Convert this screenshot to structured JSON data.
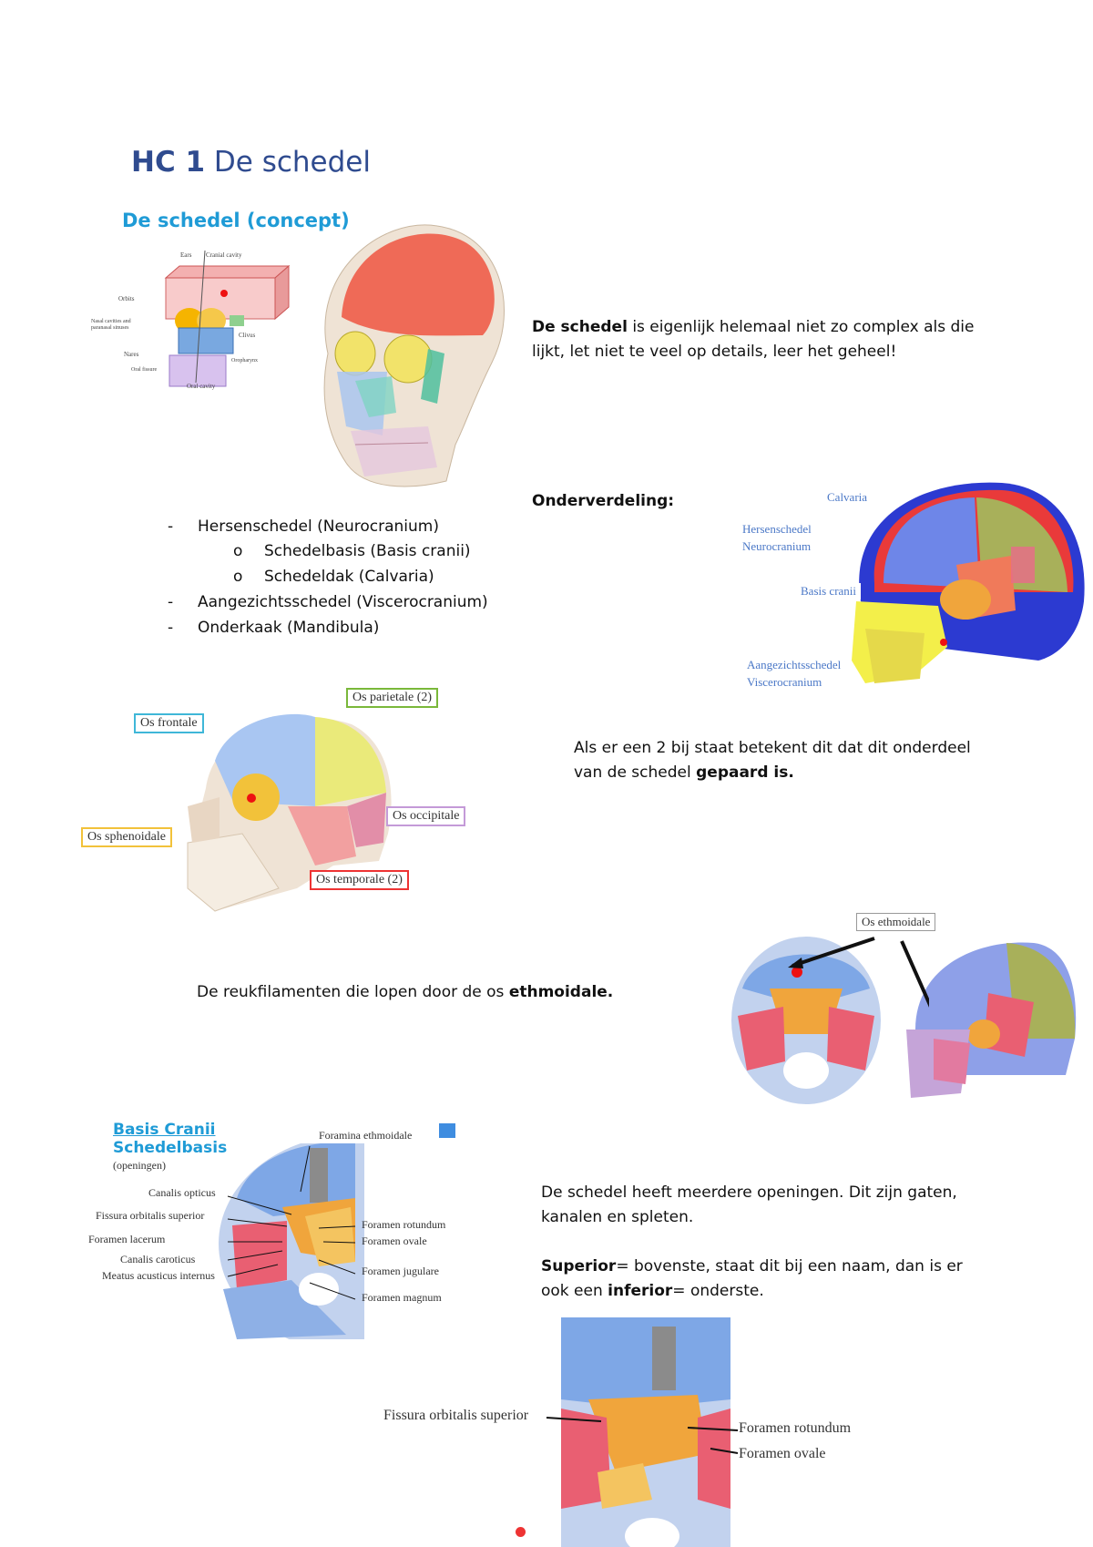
{
  "title": {
    "prefix": "HC 1",
    "rest": "De schedel"
  },
  "subtitle": "De schedel (concept)",
  "concept_text": {
    "bold": "De schedel",
    "rest": " is eigenlijk helemaal niet zo complex als die lijkt, let niet te veel op details, leer het geheel!"
  },
  "onderverdeling": "Onderverdeling:",
  "outline": [
    {
      "level": 1,
      "marker": "-",
      "text": "Hersenschedel (Neurocranium)"
    },
    {
      "level": 2,
      "marker": "o",
      "text": "Schedelbasis (Basis cranii)"
    },
    {
      "level": 2,
      "marker": "o",
      "text": "Schedeldak (Calvaria)"
    },
    {
      "level": 1,
      "marker": "-",
      "text": "Aangezichtsschedel (Viscerocranium)"
    },
    {
      "level": 1,
      "marker": "-",
      "text": "Onderkaak (Mandibula)"
    }
  ],
  "fig_concept_labels": [
    "Ears",
    "Cranial cavity",
    "Orbits",
    "Nasal cavities and paranasal sinuses",
    "Nares",
    "Oral fissure",
    "Oral cavity",
    "Clivus",
    "Oropharynx"
  ],
  "fig_division_labels": [
    "Calvaria",
    "Hersenschedel",
    "Neurocranium",
    "Basis cranii",
    "Aangezichtsschedel",
    "Viscerocranium"
  ],
  "fig_lateral_labels": {
    "frontale": "Os frontale",
    "parietale": "Os parietale (2)",
    "sphenoidale": "Os sphenoidale",
    "occipitale": "Os occipitale",
    "temporale": "Os temporale (2)"
  },
  "gepaard_text": {
    "pre": "Als er een 2 bij staat betekent dit dat dit onderdeel van de schedel ",
    "bold": "gepaard is."
  },
  "ethmoid_text": {
    "pre": "De reukfilamenten die lopen door de os ",
    "bold": "ethmoidale."
  },
  "fig_ethmoid_label": "Os ethmoidale",
  "basis": {
    "title1": "Basis Cranii",
    "title2": "Schedelbasis",
    "sub": "(openingen)"
  },
  "fig_basis_labels_left": [
    "Canalis opticus",
    "Fissura orbitalis superior",
    "Foramen lacerum",
    "Canalis caroticus",
    "Meatus acusticus internus"
  ],
  "fig_basis_labels_right": [
    "Foramen rotundum",
    "Foramen ovale",
    "Foramen jugulare",
    "Foramen magnum"
  ],
  "fig_basis_label_top": "Foramina ethmoidale",
  "openingen_text": "De schedel heeft meerdere openingen. Dit zijn gaten, kanalen en spleten.",
  "superior_text": {
    "b1": "Superior",
    "t1": "= bovenste, staat dit bij een naam, dan is er ook een ",
    "b2": "inferior",
    "t2": "= onderste."
  },
  "fig_bottom_labels": {
    "left": "Fissura orbitalis superior",
    "right1": "Foramen rotundum",
    "right2": "Foramen ovale"
  }
}
